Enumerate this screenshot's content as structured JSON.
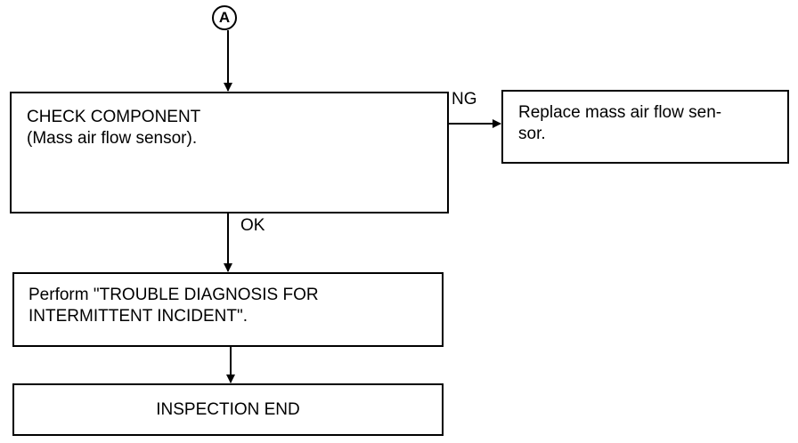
{
  "connector": {
    "label": "A"
  },
  "boxes": {
    "check": {
      "line1": "CHECK COMPONENT",
      "line2": "(Mass air flow sensor)."
    },
    "replace": {
      "line1": "Replace mass air flow sen-",
      "line2": "sor."
    },
    "perform": {
      "line1": "Perform \"TROUBLE DIAGNOSIS FOR",
      "line2": "INTERMITTENT INCIDENT\"."
    },
    "end": {
      "line1": "INSPECTION END"
    }
  },
  "edges": {
    "ng": "NG",
    "ok": "OK"
  }
}
